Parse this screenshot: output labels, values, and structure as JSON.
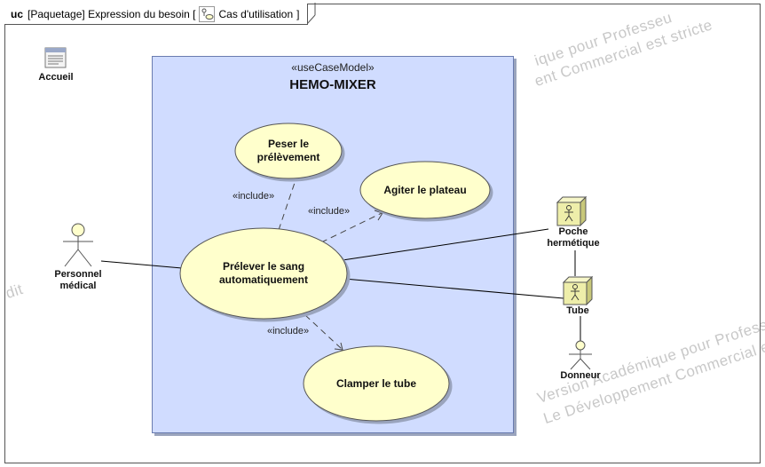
{
  "frame": {
    "kind": "uc",
    "title": "[Paquetage] Expression du besoin [",
    "diagram_type": "Cas d'utilisation",
    "close": "]"
  },
  "accueil": {
    "label": "Accueil",
    "icon": "document-icon"
  },
  "system": {
    "stereotype": "«useCaseModel»",
    "name": "HEMO-MIXER"
  },
  "use_cases": {
    "peser": "Peser le prélèvement",
    "agiter": "Agiter le plateau",
    "prelever": "Prélever le sang automatiquement",
    "clamper": "Clamper le tube"
  },
  "actors": {
    "personnel": "Personnel médical",
    "poche": "Poche hermétique",
    "tube": "Tube",
    "donneur": "Donneur"
  },
  "includes": [
    "«include»",
    "«include»",
    "«include»"
  ],
  "watermark": {
    "line1": "Version Académique pour Professeurs",
    "line2": "Le Développement Commercial est strictement",
    "top1": "ique pour Professeu",
    "top2": "ent Commercial est stricte",
    "left": "dit"
  },
  "colors": {
    "system_fill": "#d0dcff",
    "usecase_fill": "#ffffcc",
    "actor_fill": "#ffffcc",
    "box_actor_fill": "#eeeeaa"
  }
}
